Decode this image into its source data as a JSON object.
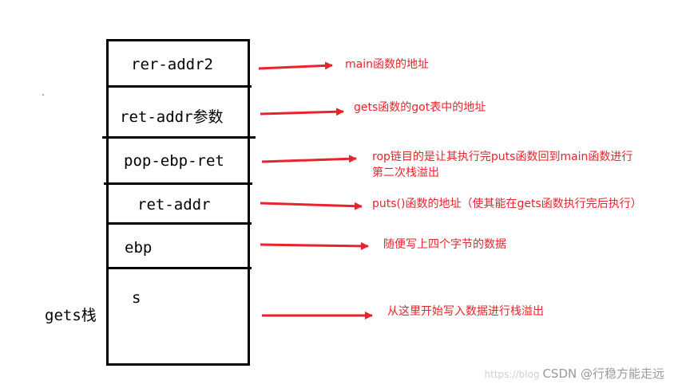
{
  "stack": {
    "side_label": "gets栈",
    "cells": [
      {
        "label": "rer-addr2"
      },
      {
        "label": "ret-addr参数"
      },
      {
        "label": "pop-ebp-ret"
      },
      {
        "label": "ret-addr"
      },
      {
        "label": "ebp"
      },
      {
        "label": "s"
      }
    ]
  },
  "annotations": [
    {
      "text": "main函数的地址"
    },
    {
      "text": "gets函数的got表中的地址"
    },
    {
      "text": "rop链目的是让其执行完puts函数回到main函数进行\n第二次栈溢出"
    },
    {
      "text": "puts()函数的地址（使其能在gets函数执行完后执行）"
    },
    {
      "text": "随便写上四个字节的数据"
    },
    {
      "text": "从这里开始写入数据进行栈溢出"
    }
  ],
  "watermark": {
    "faint": "https://blog",
    "text": "CSDN @行稳方能走远"
  },
  "colors": {
    "arrow": "#e8232b",
    "border": "#000000"
  }
}
